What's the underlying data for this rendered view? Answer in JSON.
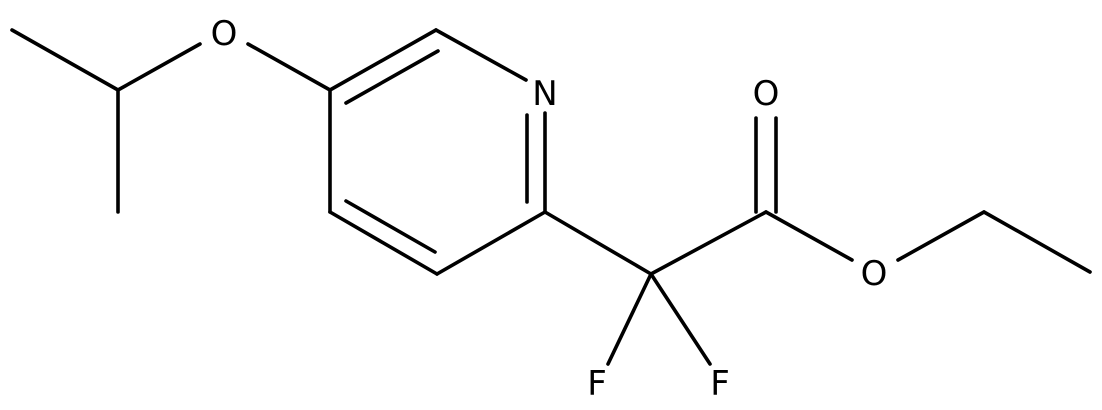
{
  "molecule": {
    "atoms": {
      "n1": "N",
      "o_ether": "O",
      "o_carbonyl": "O",
      "o_ester": "O",
      "f1": "F",
      "f2": "F"
    }
  },
  "colors": {
    "bond": "#000000",
    "label": "#000000",
    "background": "#ffffff"
  }
}
